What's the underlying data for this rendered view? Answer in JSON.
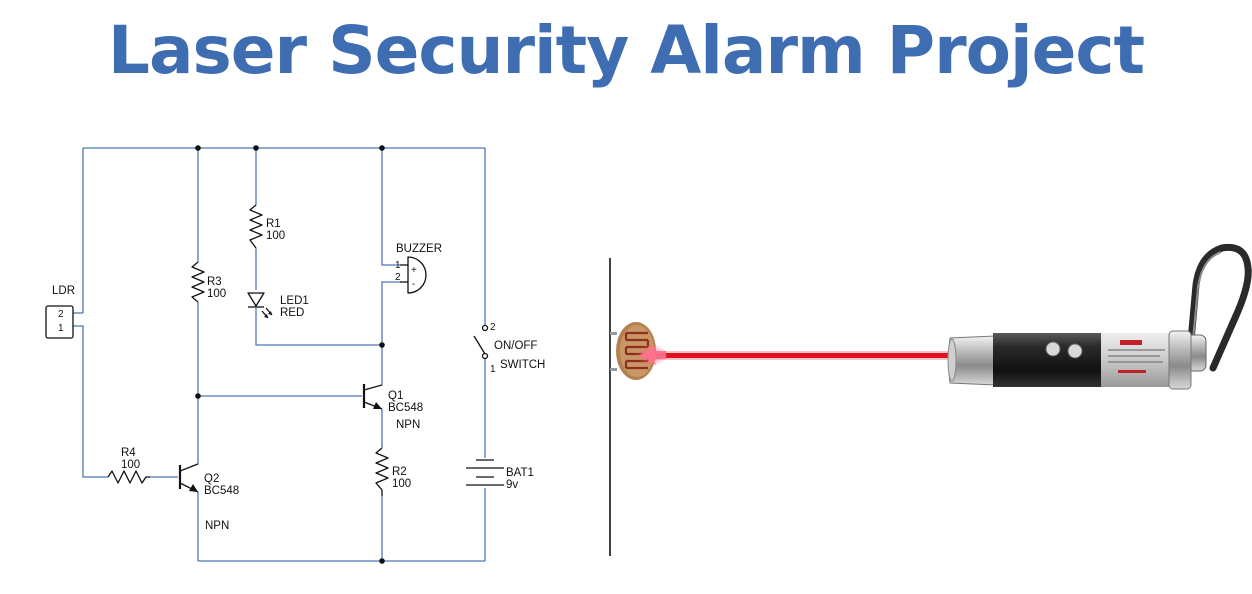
{
  "title": "Laser Security Alarm Project",
  "colors": {
    "title": "#3e6db2",
    "wire": "#4a78b8",
    "component": "#111111",
    "laser_beam": "#e0121e",
    "ldr_body": "#c99763"
  },
  "components": {
    "ldr": {
      "name": "LDR",
      "pin_top": "2",
      "pin_bottom": "1"
    },
    "r1": {
      "name": "R1",
      "value": "100"
    },
    "r2": {
      "name": "R2",
      "value": "100"
    },
    "r3": {
      "name": "R3",
      "value": "100"
    },
    "r4": {
      "name": "R4",
      "value": "100"
    },
    "led1": {
      "name": "LED1",
      "color": "RED"
    },
    "buzzer": {
      "name": "BUZZER",
      "pin1": "1",
      "pin2": "2",
      "plus": "+",
      "minus": "-"
    },
    "q1": {
      "name": "Q1",
      "part": "BC548",
      "type": "NPN"
    },
    "q2": {
      "name": "Q2",
      "part": "BC548",
      "type": "NPN"
    },
    "switch": {
      "name_line1": "ON/OFF",
      "name_line2": "SWITCH",
      "pin_top": "2",
      "pin_bottom": "1"
    },
    "battery": {
      "name": "BAT1",
      "value": "9v"
    }
  },
  "illustration": {
    "sensor": "ldr-sensor",
    "emitter": "laser-pointer"
  }
}
